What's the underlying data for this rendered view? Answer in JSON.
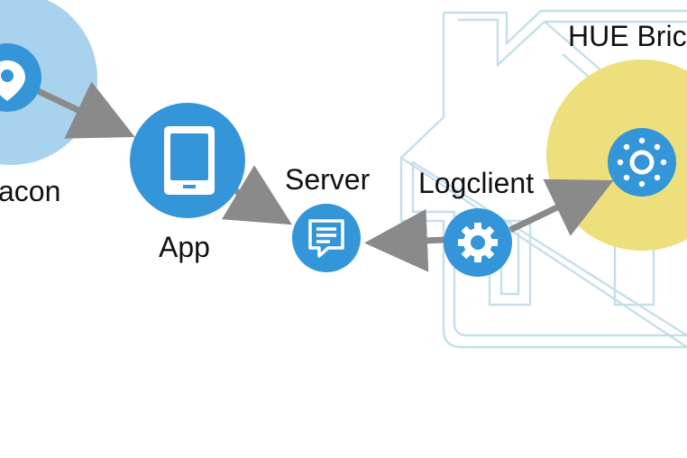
{
  "diagram": {
    "labels": {
      "beacon": "acon",
      "app": "App",
      "server": "Server",
      "logclient": "Logclient",
      "hue_bridge": "HUE Bric"
    }
  },
  "colors": {
    "node_blue": "#3496d8",
    "beacon_halo": "#a9d2ee",
    "bridge_halo": "#eddf7b",
    "house_outline": "#c5dfea",
    "arrow_gray": "#8a8a8a",
    "white": "#ffffff",
    "text": "#111111"
  },
  "icons": {
    "beacon": "location-pin-icon",
    "app": "tablet-icon",
    "server": "chat-message-icon",
    "logclient": "gear-icon",
    "hue_bridge": "hue-bridge-ring-icon"
  }
}
